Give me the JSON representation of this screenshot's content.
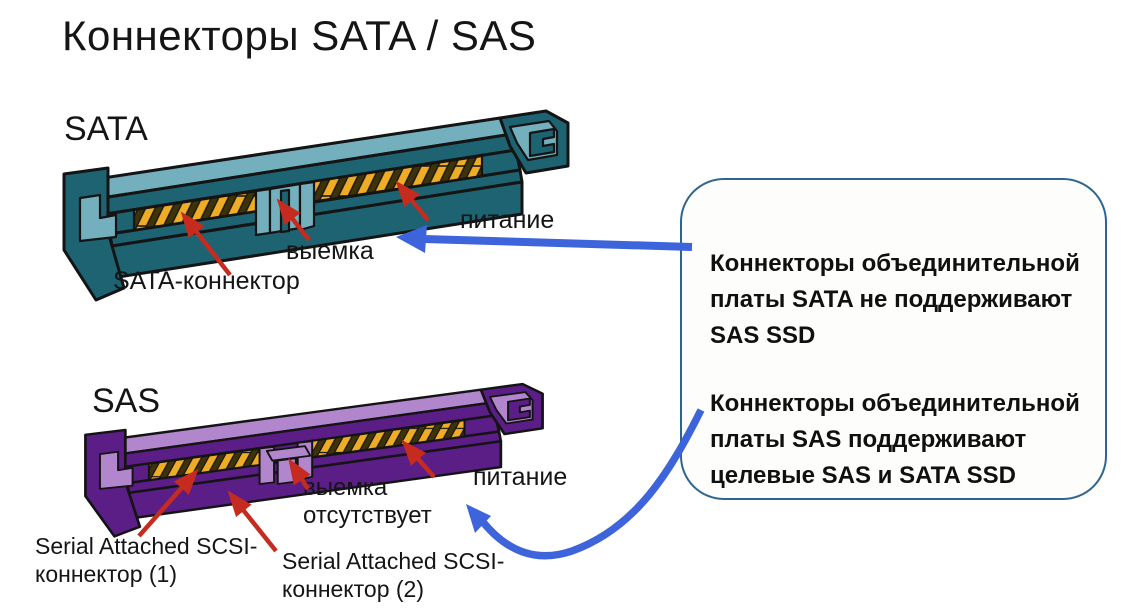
{
  "title": "Коннекторы SATA / SAS",
  "sata": {
    "name": "SATA",
    "labels": {
      "power": "питание",
      "notch": "выемка",
      "connector": "SATA-коннектор"
    }
  },
  "sas": {
    "name": "SAS",
    "labels": {
      "power": "питание",
      "notch_absent": "выемка отсутствует",
      "connector1": "Serial Attached SCSI-коннектор (1)",
      "connector2": "Serial Attached SCSI-коннектор (2)"
    }
  },
  "callout": {
    "note_sata": "Коннекторы объединительной платы SATA не поддерживают SAS SSD",
    "note_sas": "Коннекторы объединительной платы SAS поддерживают целевые SAS и SATA SSD"
  },
  "colors": {
    "sata_dark": "#1E6372",
    "sata_light": "#74AFBD",
    "sas_dark": "#5B1D86",
    "sas_light": "#B286CC",
    "pin_gold": "#EFAC25",
    "pin_recess": "#3E3208",
    "outline": "#141414",
    "callout_border": "#2E6590",
    "blue_arrow": "#3D64DB",
    "red_arrow": "#C52B1E"
  }
}
